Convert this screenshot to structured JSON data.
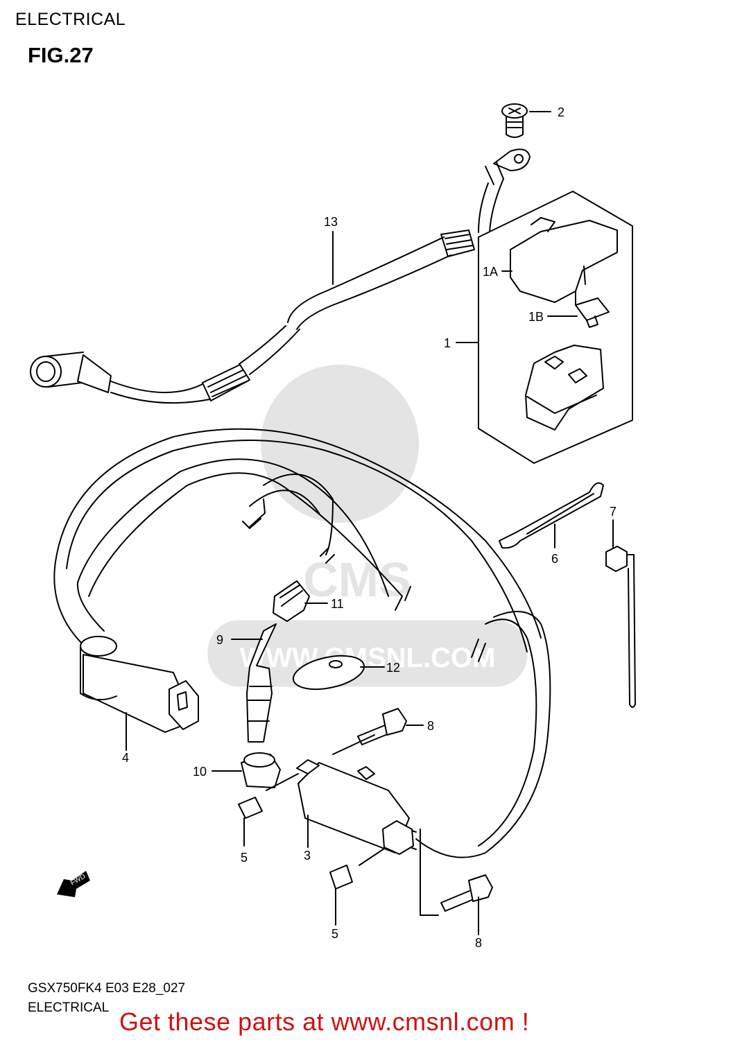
{
  "header": {
    "section": "ELECTRICAL",
    "figure": "FIG.27"
  },
  "callouts": [
    {
      "id": "1",
      "text": "1"
    },
    {
      "id": "1A",
      "text": "1A"
    },
    {
      "id": "1B",
      "text": "1B"
    },
    {
      "id": "2",
      "text": "2"
    },
    {
      "id": "3",
      "text": "3"
    },
    {
      "id": "4",
      "text": "4"
    },
    {
      "id": "5a",
      "text": "5"
    },
    {
      "id": "5b",
      "text": "5"
    },
    {
      "id": "6",
      "text": "6"
    },
    {
      "id": "7",
      "text": "7"
    },
    {
      "id": "8a",
      "text": "8"
    },
    {
      "id": "8b",
      "text": "8"
    },
    {
      "id": "9",
      "text": "9"
    },
    {
      "id": "10",
      "text": "10"
    },
    {
      "id": "11",
      "text": "11"
    },
    {
      "id": "12",
      "text": "12"
    },
    {
      "id": "13",
      "text": "13"
    }
  ],
  "direction_arrow": {
    "text": "FWD",
    "icon": "fwd-arrow-icon"
  },
  "watermark": {
    "text": "WWW.CMSNL.COM",
    "logo": "CMS"
  },
  "footer": {
    "code": "GSX750FK4 E03 E28_027",
    "section": "ELECTRICAL",
    "promo": "Get these parts at www.cmsnl.com !"
  },
  "colors": {
    "line": "#000000",
    "promo": "#d01010",
    "watermark": "#e2e2e2"
  }
}
